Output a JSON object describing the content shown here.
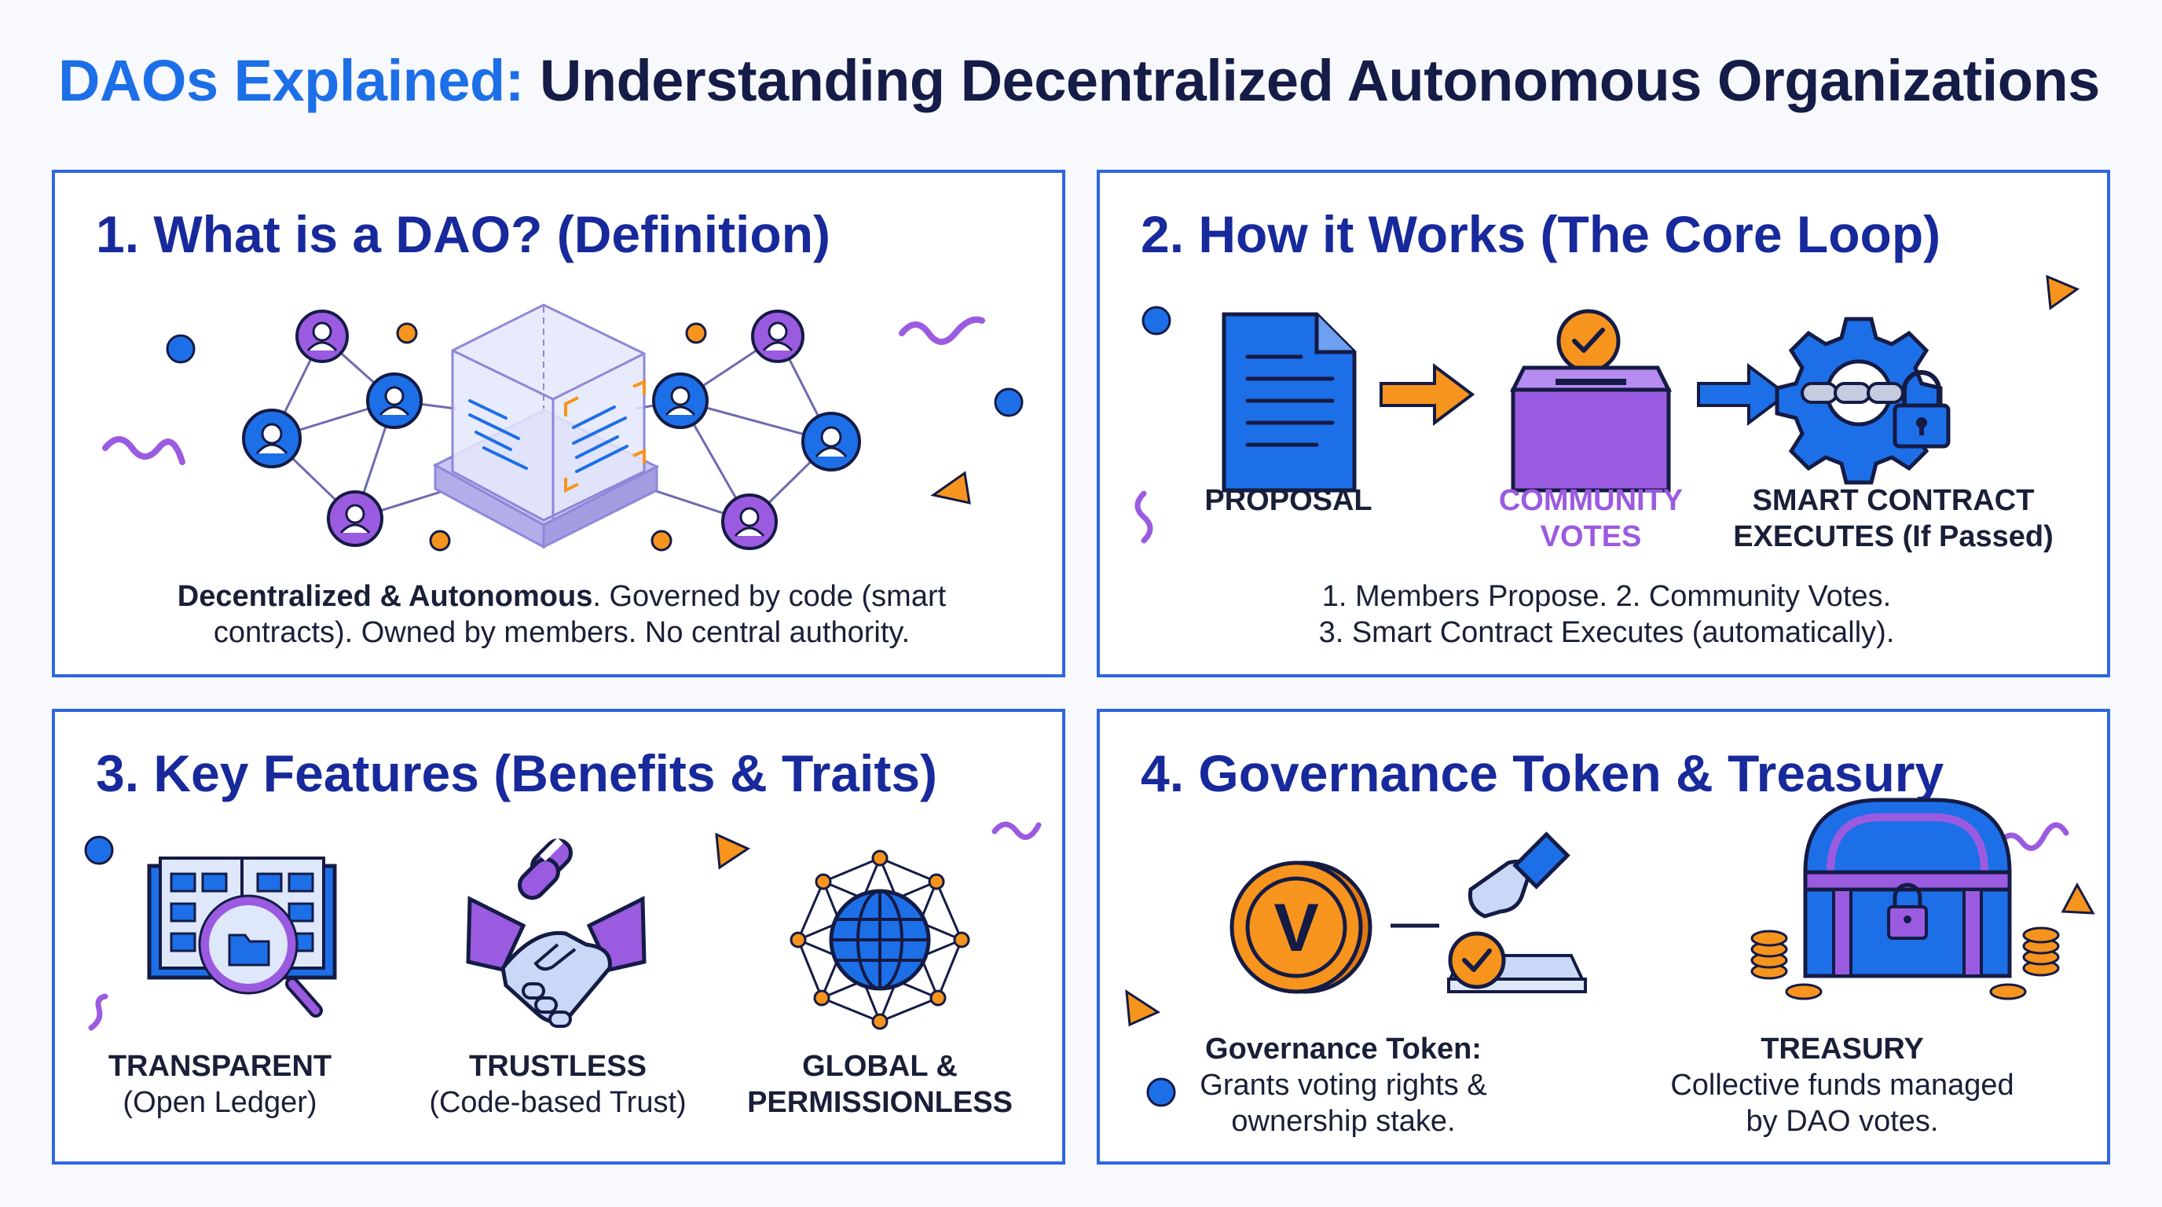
{
  "header": {
    "title_accent": "DAOs Explained:",
    "title_main": "Understanding Decentralized Autonomous Organizations"
  },
  "panels": [
    {
      "title": "1. What is a DAO? (Definition)",
      "caption_bold": "Decentralized & Autonomous",
      "caption_rest_1": ". Governed by code (smart",
      "caption_rest_2": "contracts). Owned by members. No central authority."
    },
    {
      "title": "2. How it Works (The Core Loop)",
      "steps": [
        {
          "line1": "PROPOSAL",
          "line2": ""
        },
        {
          "line1": "COMMUNITY",
          "line2": "VOTES"
        },
        {
          "line1": "SMART CONTRACT",
          "line2": "EXECUTES (If Passed)"
        }
      ],
      "caption_1": "1. Members Propose. 2. Community Votes.",
      "caption_2": "3. Smart Contract Executes (automatically)."
    },
    {
      "title": "3. Key Features (Benefits & Traits)",
      "features": [
        {
          "title": "TRANSPARENT",
          "sub": "(Open Ledger)"
        },
        {
          "title": "TRUSTLESS",
          "sub": "(Code-based Trust)"
        },
        {
          "title": "GLOBAL &",
          "sub": "PERMISSIONLESS"
        }
      ]
    },
    {
      "title": "4. Governance Token & Treasury",
      "items": [
        {
          "title": "Governance Token:",
          "line1": "Grants voting rights &",
          "line2": "ownership stake."
        },
        {
          "title": "TREASURY",
          "line1": "Collective funds managed",
          "line2": "by DAO votes."
        }
      ],
      "token_letter": "V"
    }
  ],
  "colors": {
    "border": "#2f66e0",
    "title_blue": "#17299b",
    "accent_blue": "#1d6fe8",
    "purple": "#9b5be0",
    "orange": "#f7941d"
  },
  "icons": [
    "network-node-icon",
    "data-cube-icon",
    "document-icon",
    "arrow-right-icon",
    "ballot-box-icon",
    "gear-chain-lock-icon",
    "ledger-magnifier-icon",
    "handshake-chain-icon",
    "globe-network-icon",
    "token-coin-icon",
    "hand-vote-icon",
    "treasure-chest-icon"
  ]
}
